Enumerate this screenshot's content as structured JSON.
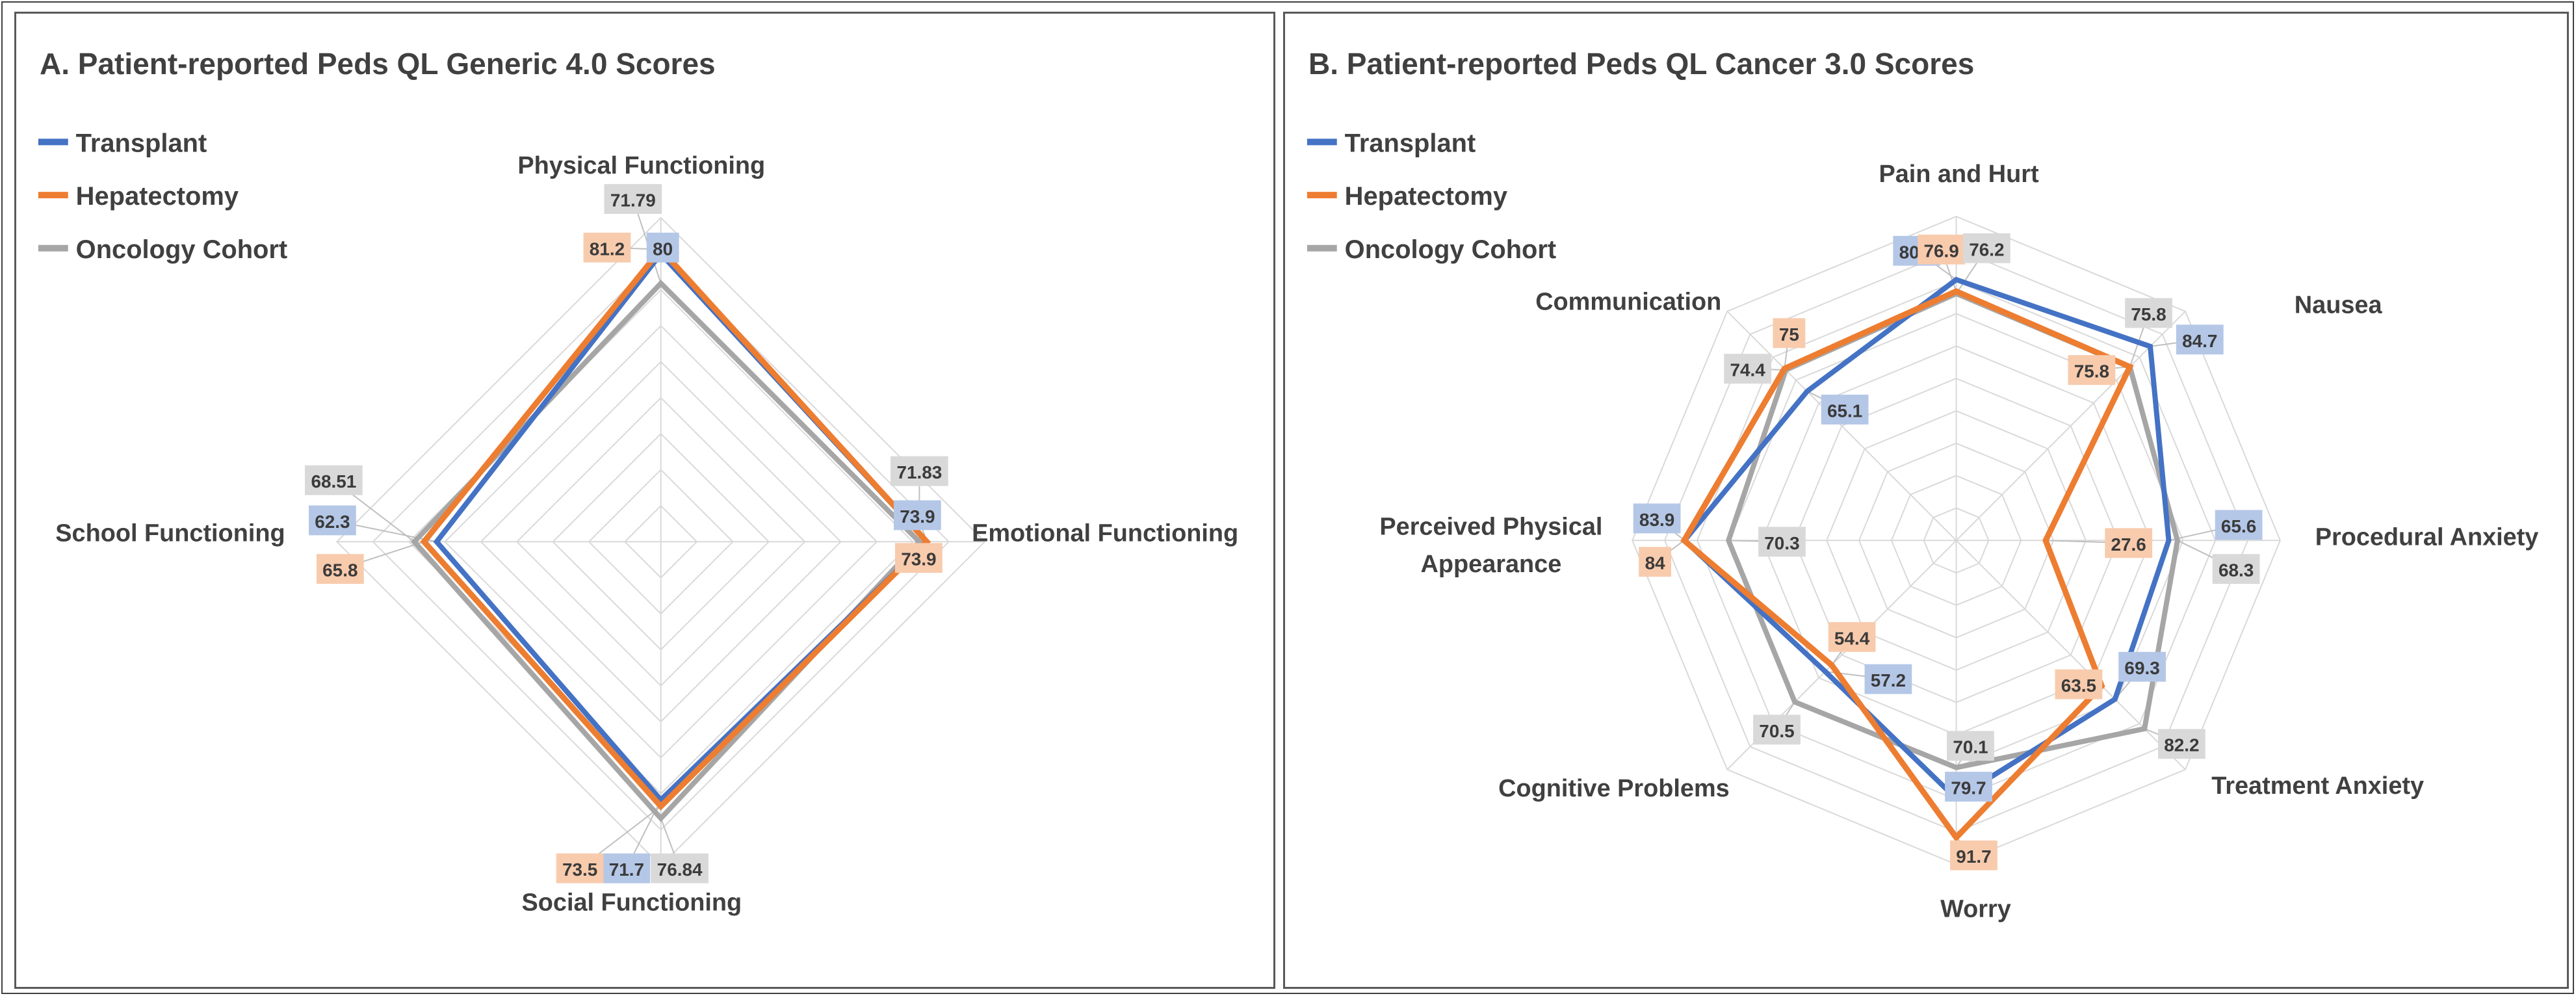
{
  "figure": {
    "panels": [
      {
        "title": "A. Patient-reported Peds QL Generic 4.0 Scores"
      },
      {
        "title": "B. Patient-reported Peds QL Cancer 3.0 Scores"
      }
    ]
  },
  "colors": {
    "transplant": "#4472C4",
    "hepatectomy": "#ED7D31",
    "oncology_cohort": "#A6A6A6",
    "label_chip_transplant": "#B4C7E7",
    "label_chip_hepatectomy": "#F8CBAD",
    "label_chip_oncology": "#D9D9D9",
    "gridline": "#D9D9D9",
    "text": "#404040"
  },
  "chart_data": [
    {
      "type": "radar",
      "title": "A. Patient-reported Peds QL Generic 4.0 Scores",
      "categories": [
        "Physical Functioning",
        "Emotional Functioning",
        "Social Functioning",
        "School Functioning"
      ],
      "series": [
        {
          "name": "Transplant",
          "color": "#4472C4",
          "label_fill": "#B4C7E7",
          "values": [
            80,
            73.9,
            71.7,
            62.3
          ]
        },
        {
          "name": "Hepatectomy",
          "color": "#ED7D31",
          "label_fill": "#F8CBAD",
          "values": [
            81.2,
            73.9,
            73.5,
            65.8
          ]
        },
        {
          "name": "Oncology Cohort",
          "color": "#A6A6A6",
          "label_fill": "#D9D9D9",
          "values": [
            71.79,
            71.83,
            76.84,
            68.51
          ]
        }
      ],
      "rmax": 90,
      "rstep": 10,
      "grid": true,
      "legend_position": "top-left"
    },
    {
      "type": "radar",
      "title": "B. Patient-reported Peds QL Cancer 3.0 Scores",
      "categories": [
        "Pain and Hurt",
        "Nausea",
        "Procedural Anxiety",
        "Treatment Anxiety",
        "Worry",
        "Cognitive Problems",
        "Perceived Physical Appearance",
        "Communication"
      ],
      "series": [
        {
          "name": "Transplant",
          "color": "#4472C4",
          "label_fill": "#B4C7E7",
          "values": [
            80.5,
            84.7,
            65.6,
            69.3,
            79.7,
            57.2,
            83.9,
            65.1
          ]
        },
        {
          "name": "Hepatectomy",
          "color": "#ED7D31",
          "label_fill": "#F8CBAD",
          "values": [
            76.9,
            75.8,
            27.6,
            63.5,
            91.7,
            54.4,
            84,
            75
          ]
        },
        {
          "name": "Oncology Cohort",
          "color": "#A6A6A6",
          "label_fill": "#D9D9D9",
          "values": [
            76.2,
            75.8,
            68.3,
            82.2,
            70.1,
            70.5,
            70.3,
            74.4
          ]
        }
      ],
      "rmax": 100,
      "rstep": 10,
      "grid": true,
      "legend_position": "top-left"
    }
  ]
}
